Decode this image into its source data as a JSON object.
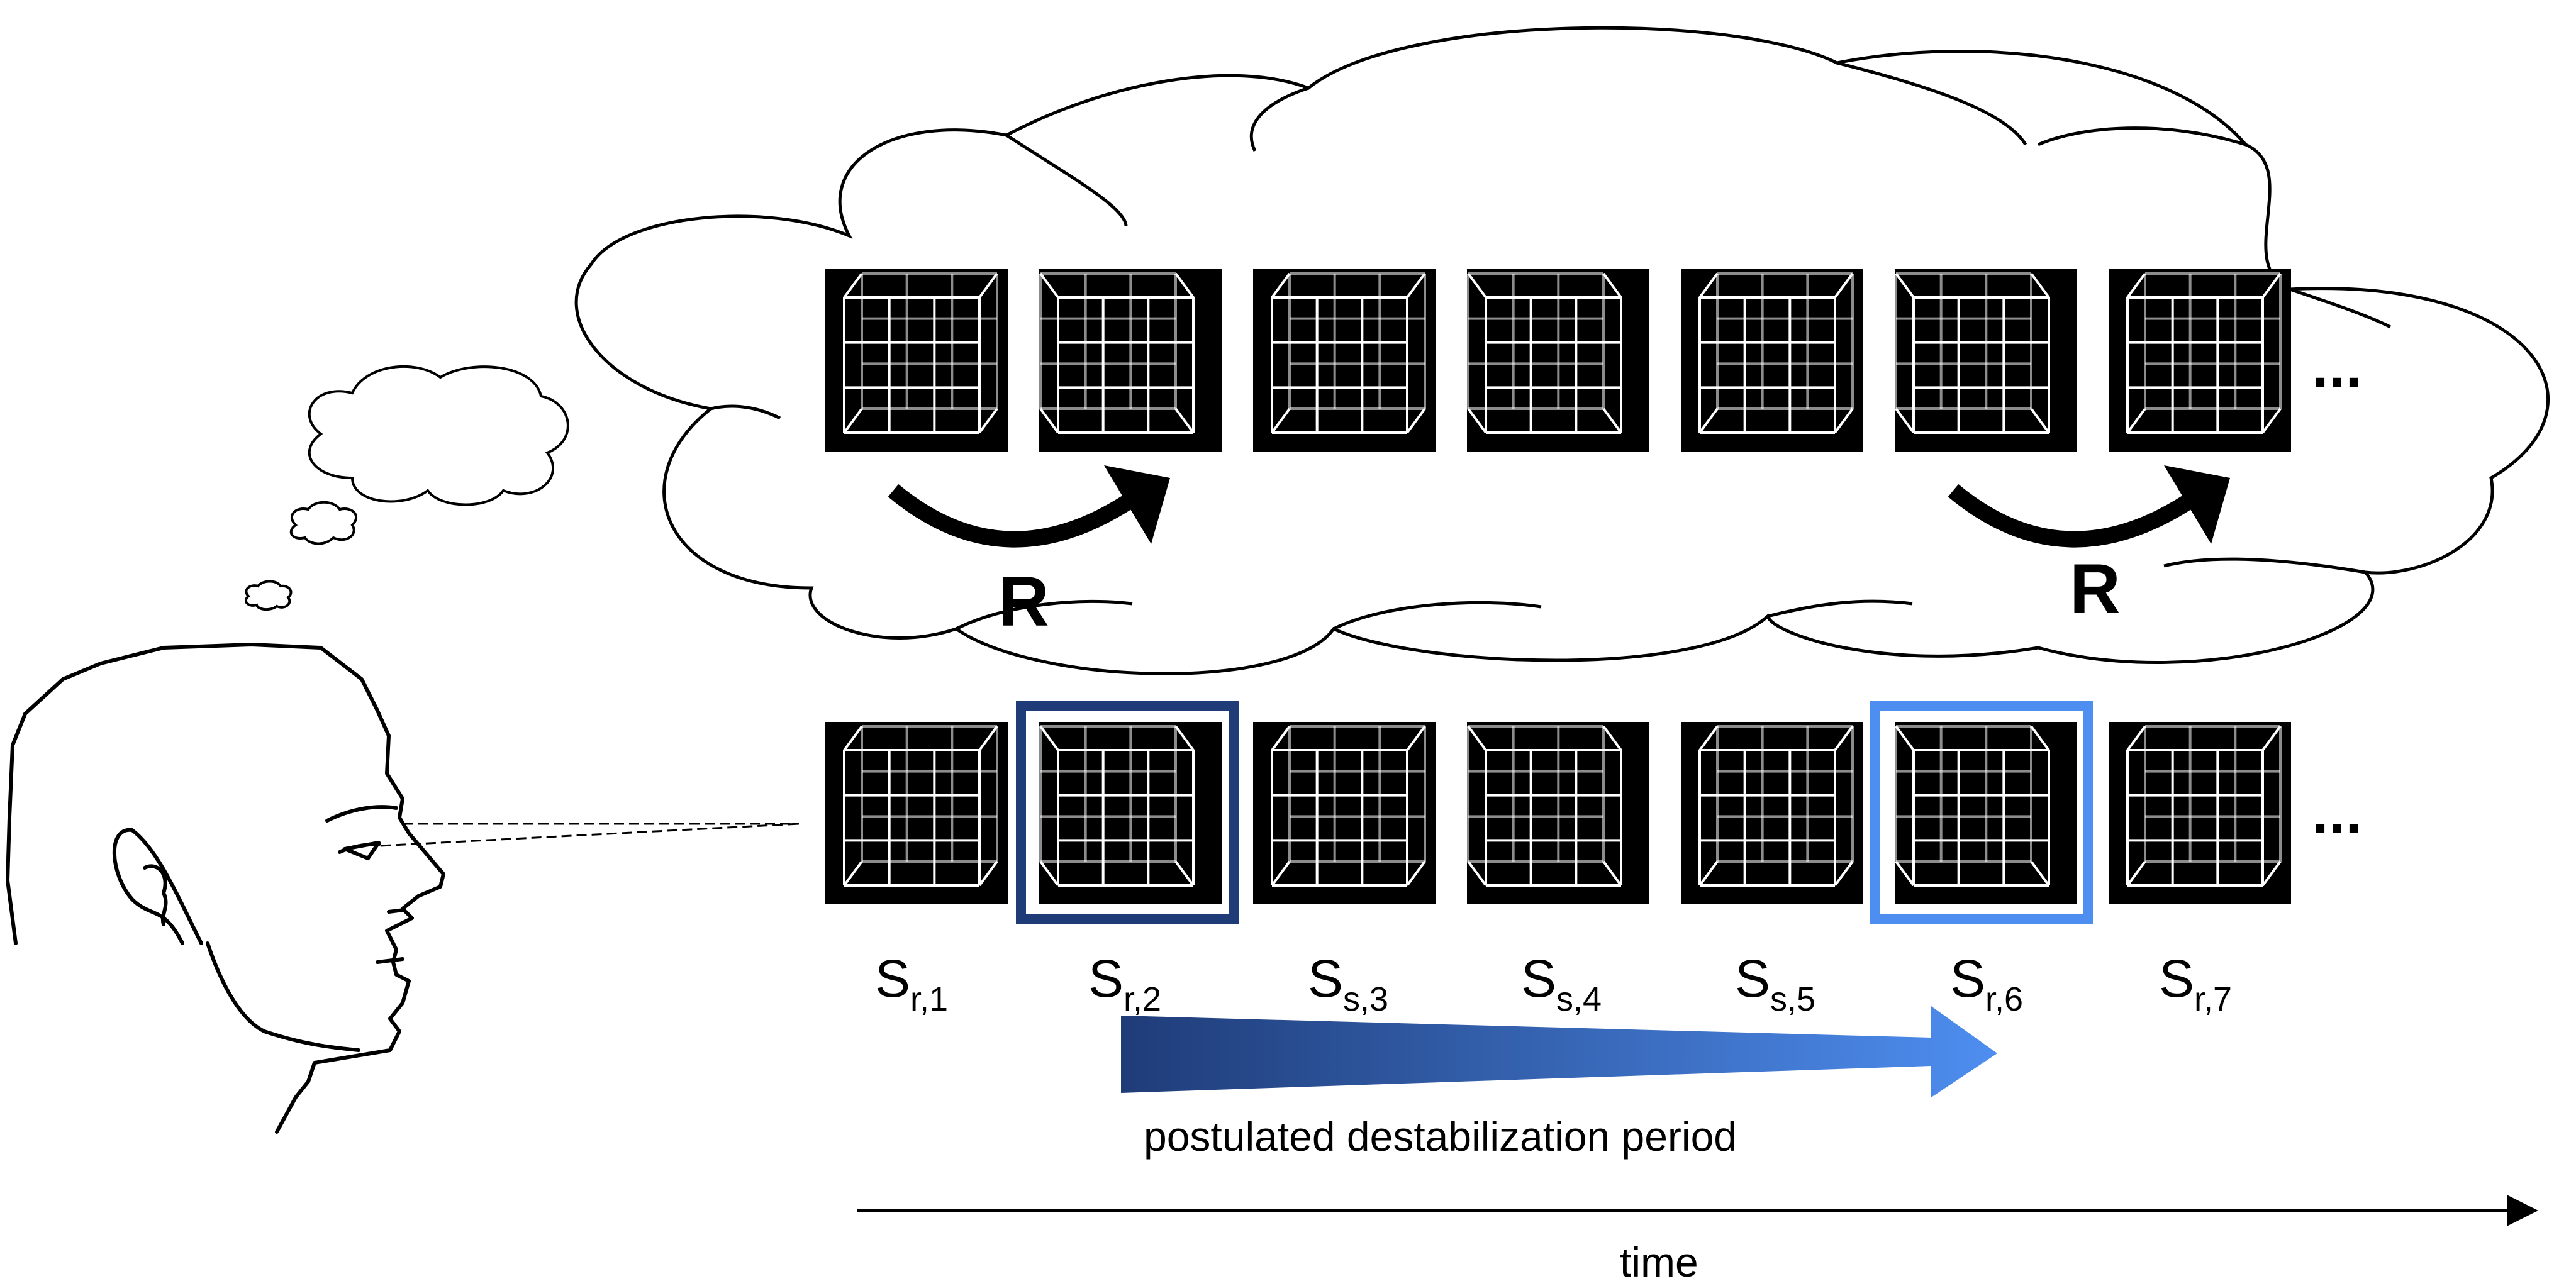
{
  "diagram": {
    "thought_frames_count": 7,
    "stimulus_labels": [
      {
        "main": "S",
        "sub": "r,1"
      },
      {
        "main": "S",
        "sub": "r,2"
      },
      {
        "main": "S",
        "sub": "s,3"
      },
      {
        "main": "S",
        "sub": "s,4"
      },
      {
        "main": "S",
        "sub": "s,5"
      },
      {
        "main": "S",
        "sub": "r,6"
      },
      {
        "main": "S",
        "sub": "r,7"
      }
    ],
    "reversal_labels": [
      "R",
      "R"
    ],
    "ellipsis": "...",
    "destabilization_label": "postulated destabilization period",
    "time_label": "time",
    "colors": {
      "dark_blue": "#1f3c78",
      "light_blue": "#4e8ef0",
      "frame_bg": "#000000",
      "cube_line": "#ffffff"
    },
    "highlighted_frames": {
      "start_index": 1,
      "end_index": 5
    }
  }
}
